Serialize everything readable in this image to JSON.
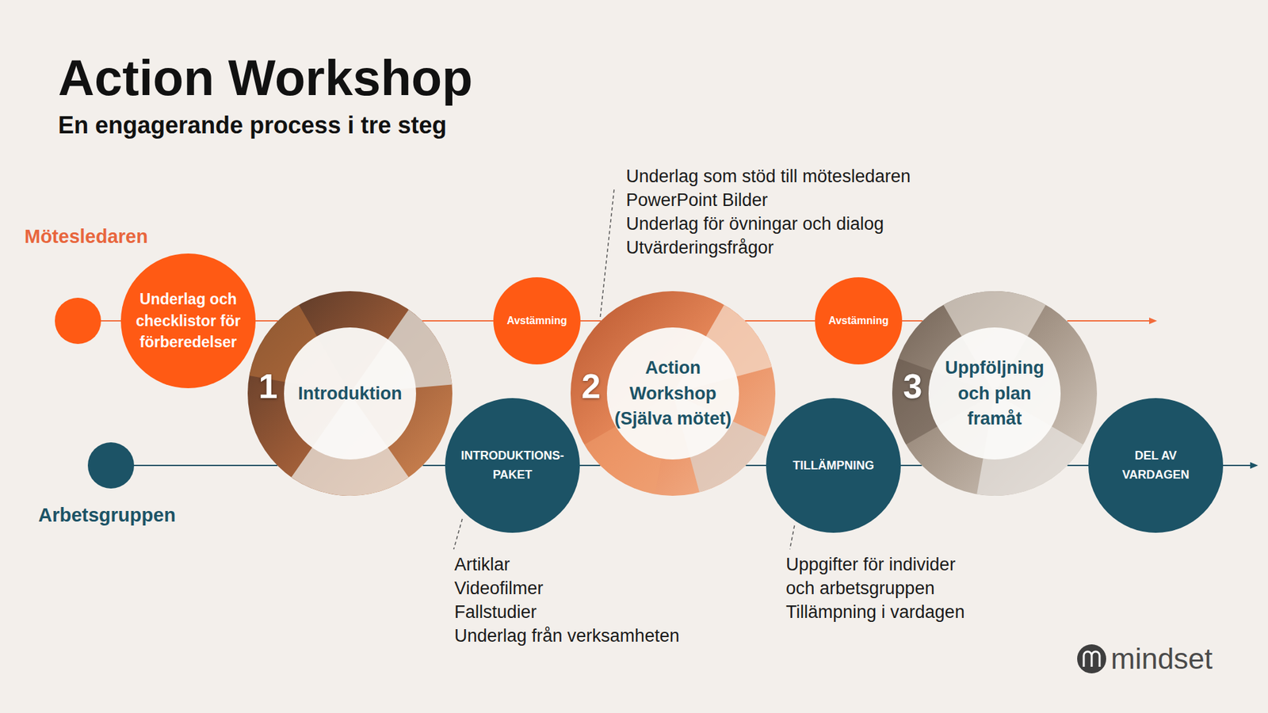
{
  "diagram": {
    "title": "Action Workshop",
    "nodes": [
      {
        "text": [
          "Underlag och checklistor för förberedelser"
        ]
      },
      {
        "text": [
          "1",
          "Introduktion"
        ]
      },
      {
        "text": [
          "INTRODUKTIONS-PAKET"
        ]
      },
      {
        "text": [
          "Avstämning"
        ]
      },
      {
        "text": [
          "2",
          "Action Workshop (Själva mötet)"
        ]
      },
      {
        "text": [
          "TILLÄMPNING"
        ]
      },
      {
        "text": [
          "Avstämning"
        ]
      },
      {
        "text": [
          "3",
          "Uppföljning och plan framåt"
        ]
      },
      {
        "text": [
          "DEL AV VARDAGEN"
        ]
      }
    ],
    "edges": [
      {
        "from": 0,
        "to": 1,
        "arrow": "none"
      },
      {
        "from": 1,
        "to": 3,
        "arrow": "none"
      },
      {
        "from": 3,
        "to": 4,
        "arrow": "none"
      },
      {
        "from": 4,
        "to": 6,
        "arrow": "none"
      },
      {
        "from": 6,
        "to": 7,
        "arrow": "none"
      },
      {
        "from": 1,
        "to": 2,
        "arrow": "none"
      },
      {
        "from": 2,
        "to": 4,
        "arrow": "none"
      },
      {
        "from": 4,
        "to": 5,
        "arrow": "none"
      },
      {
        "from": 5,
        "to": 7,
        "arrow": "none"
      },
      {
        "from": 7,
        "to": 8,
        "arrow": "none"
      }
    ],
    "labels": [
      "En engagerande process i tre steg",
      "Mötesledaren",
      "Underlag som stöd till mötesledaren",
      "PowerPoint Bilder",
      "Underlag för övningar och dialog",
      "Utvärderingsfrågor",
      "Arbetsgruppen",
      "Artiklar",
      "Videofilmer",
      "Fallstudier",
      "Underlag från verksamheten",
      "Uppgifter för individer och arbetsgruppen",
      "Tillämpning i vardagen",
      "mindset"
    ]
  }
}
